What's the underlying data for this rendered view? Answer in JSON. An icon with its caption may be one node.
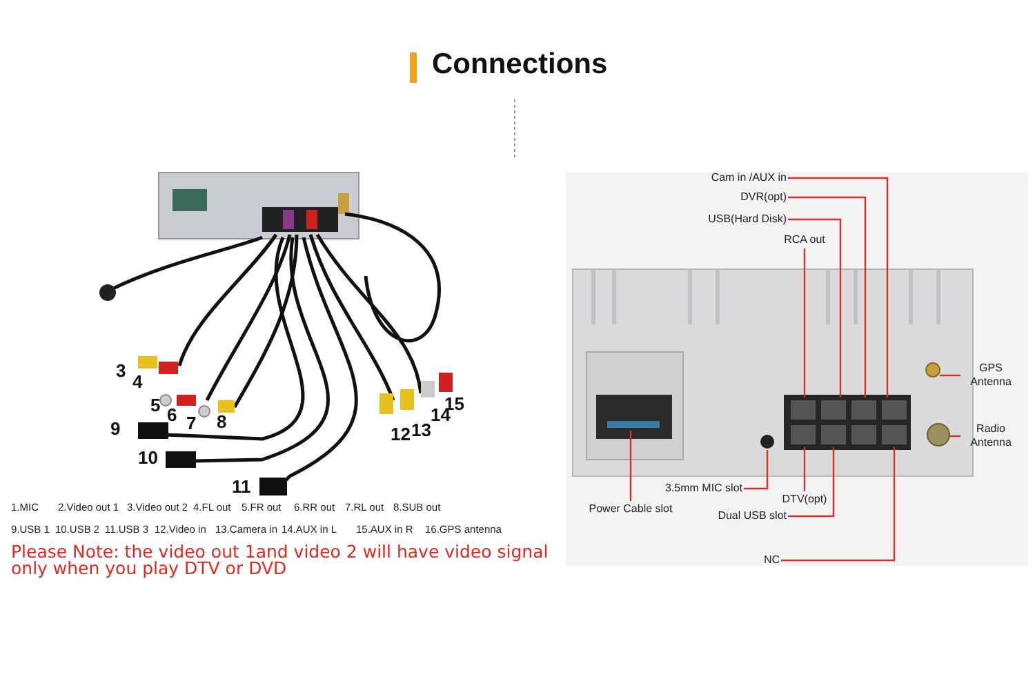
{
  "diagram": {
    "title": "Connections",
    "nodes": [
      {
        "text": [
          "Cam in /AUX in"
        ]
      },
      {
        "text": [
          "DVR(opt)"
        ]
      },
      {
        "text": [
          "USB(Hard Disk)"
        ]
      },
      {
        "text": [
          "RCA out"
        ]
      },
      {
        "text": [
          "GPS Antenna"
        ]
      },
      {
        "text": [
          "Radio Antenna"
        ]
      },
      {
        "text": [
          "Power Cable slot"
        ]
      },
      {
        "text": [
          "3.5mm MIC slot"
        ]
      },
      {
        "text": [
          "DTV(opt)"
        ]
      },
      {
        "text": [
          "Dual USB slot"
        ]
      },
      {
        "text": [
          "NC"
        ]
      }
    ],
    "edges": [
      {
        "from": 0,
        "to": null,
        "arrow": "none"
      },
      {
        "from": 1,
        "to": null,
        "arrow": "none"
      },
      {
        "from": 2,
        "to": null,
        "arrow": "none"
      },
      {
        "from": 3,
        "to": null,
        "arrow": "none"
      },
      {
        "from": 4,
        "to": null,
        "arrow": "none"
      },
      {
        "from": 5,
        "to": null,
        "arrow": "none"
      },
      {
        "from": 6,
        "to": null,
        "arrow": "none"
      },
      {
        "from": 7,
        "to": null,
        "arrow": "none"
      },
      {
        "from": 8,
        "to": null,
        "arrow": "none"
      },
      {
        "from": 9,
        "to": null,
        "arrow": "none"
      },
      {
        "from": 10,
        "to": null,
        "arrow": "none"
      }
    ],
    "labels": [
      "3",
      "4",
      "5",
      "15",
      "6",
      "14",
      "7",
      "8",
      "9",
      "12",
      "13",
      "10",
      "11",
      "1.MIC",
      "2.Video out 1",
      "3.Video out 2",
      "4.FL out",
      "5.FR out",
      "6.RR out",
      "7.RL out",
      "8.SUB out",
      "9.USB 1",
      "10.USB 2",
      "11.USB 3",
      "12.Video in",
      "13.Camera in",
      "14.AUX in L",
      "15.AUX in R",
      "16.GPS antenna",
      "Please Note: the video out 1and video 2 will have video signal only when you play DTV or DVD"
    ]
  }
}
